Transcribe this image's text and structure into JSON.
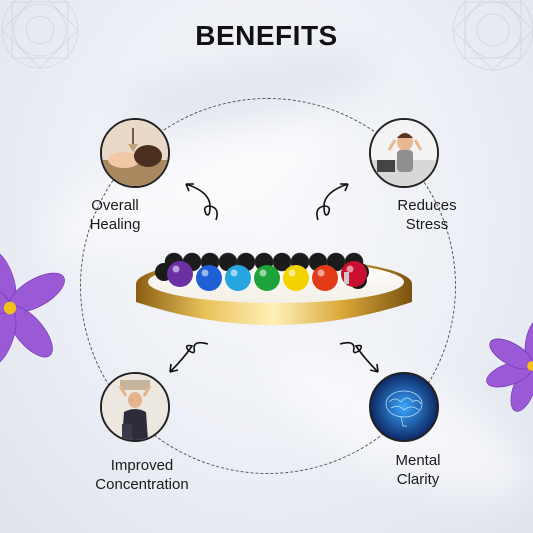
{
  "title": "BENEFITS",
  "benefits": {
    "top_left": {
      "line1": "Overall",
      "line2": "Healing",
      "icon": "healing-photo-icon"
    },
    "top_right": {
      "line1": "Reduces",
      "line2": "Stress",
      "icon": "stress-photo-icon"
    },
    "bottom_left": {
      "line1": "Improved",
      "line2": "Concentration",
      "icon": "concentration-photo-icon"
    },
    "bottom_right": {
      "line1": "Mental",
      "line2": "Clarity",
      "icon": "brain-icon"
    }
  },
  "product": {
    "name": "chakra-bracelet",
    "bead_colors": [
      "#6b2fa3",
      "#1f5fd6",
      "#25a6e0",
      "#1ea23a",
      "#f4d400",
      "#e53a17",
      "#c8102e"
    ],
    "lava_color": "#1b1b1b",
    "plate_color": "#d4a640"
  },
  "colors": {
    "flower_petal": "#9a5ad6",
    "flower_center": "#f2c21a",
    "ring": "#555555"
  }
}
